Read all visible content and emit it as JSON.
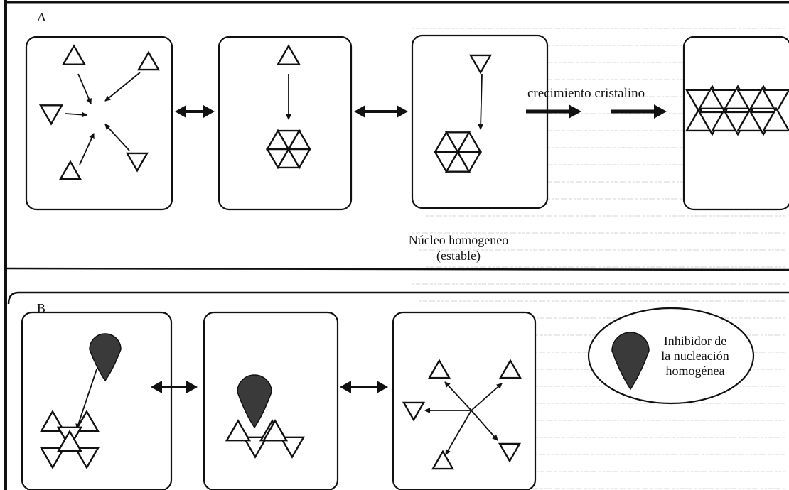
{
  "figure": {
    "panel_a": {
      "letter": "A",
      "growth_label": "crecimiento cristalino",
      "nucleus_caption_line1": "Núcleo homogeneo",
      "nucleus_caption_line2": "(estable)"
    },
    "panel_b": {
      "letter": "B",
      "inhibitor_line1": "Inhibidor de",
      "inhibitor_line2": "la nucleación",
      "inhibitor_line3": "homogénea"
    }
  },
  "colors": {
    "ink": "#111111",
    "inhibitor_fill": "#3a3a3a",
    "background_text": "#8a8a8a"
  },
  "icons": {
    "monomer": "triangle",
    "inhibitor": "teardrop-inhibitor-icon",
    "equilibrium": "double-arrow-icon"
  }
}
